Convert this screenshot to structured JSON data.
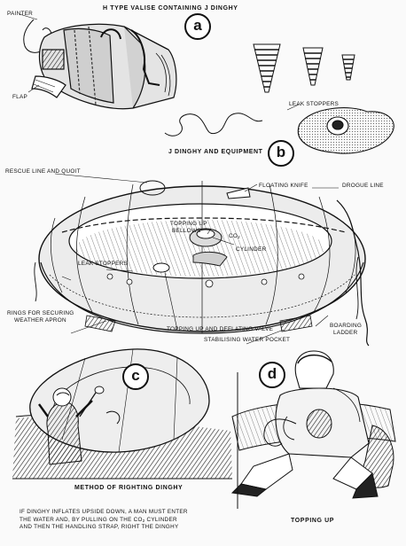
{
  "panel_a": {
    "title": "H TYPE VALISE CONTAINING J DINGHY",
    "letter": "a",
    "labels": {
      "painter": "PAINTER",
      "flap": "FLAP",
      "leak_stoppers": "LEAK STOPPERS"
    }
  },
  "panel_b": {
    "title": "J DINGHY AND EQUIPMENT",
    "letter": "b",
    "labels": {
      "rescue_line": "RESCUE LINE AND QUOIT",
      "floating_knife": "FLOATING KNIFE",
      "drogue_line": "DROGUE LINE",
      "topping_up_bellows_1": "TOPPING UP",
      "topping_up_bellows_2": "BELLOWS",
      "co2_1": "CO",
      "co2_sub": "2",
      "co2_2": "CYLINDER",
      "leak_stoppers": "LEAK STOPPERS",
      "rings_1": "RINGS FOR SECURING",
      "rings_2": "WEATHER APRON",
      "valve": "TOPPING UP AND DEFLATING VALVE",
      "pocket": "STABILISING WATER POCKET",
      "boarding_1": "BOARDING",
      "boarding_2": "LADDER"
    }
  },
  "panel_c": {
    "letter": "c",
    "title": "METHOD OF RIGHTING DINGHY",
    "caption_1": "IF DINGHY INFLATES UPSIDE DOWN, A MAN MUST ENTER",
    "caption_2a": "THE WATER AND, BY PULLING ON THE CO",
    "caption_2_sub": "2",
    "caption_2b": " CYLINDER",
    "caption_3": "AND THEN THE HANDLING STRAP, RIGHT THE DINGHY"
  },
  "panel_d": {
    "letter": "d",
    "title": "TOPPING UP"
  }
}
